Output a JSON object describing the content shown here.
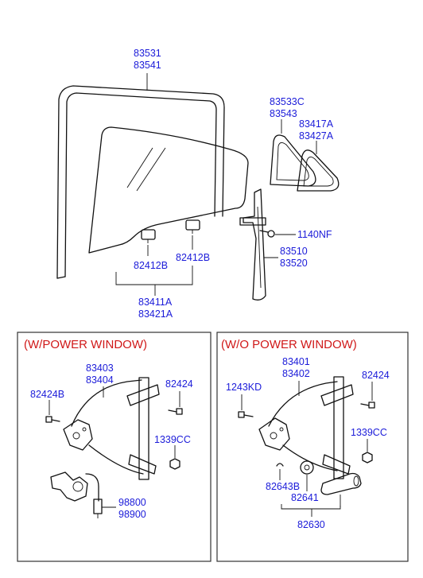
{
  "top_parts": {
    "glass_run": [
      "83531",
      "83541"
    ],
    "quarter_glass": [
      "83533C",
      "83543"
    ],
    "quarter_weatherstrip": [
      "83417A",
      "83427A"
    ],
    "bolt": "1140NF",
    "center_channel": [
      "83510",
      "83520"
    ],
    "glass_holder_left": "82412B",
    "glass_holder_right": "82412B",
    "door_glass": [
      "83411A",
      "83421A"
    ]
  },
  "power_window": {
    "title": "(W/POWER WINDOW)",
    "regulator": [
      "83403",
      "83404"
    ],
    "bolt_left": "82424B",
    "bolt_right": "82424",
    "nut": "1339CC",
    "motor": [
      "98800",
      "98900"
    ]
  },
  "manual_window": {
    "title": "(W/O POWER WINDOW)",
    "regulator": [
      "83401",
      "83402"
    ],
    "bolt_left": "1243KD",
    "bolt_right": "82424",
    "nut": "1339CC",
    "clip": "82643B",
    "spacer": "82641",
    "handle_assy": "82630"
  },
  "colors": {
    "label": "#1b1bd9",
    "header": "#d01818",
    "line": "#111111"
  }
}
